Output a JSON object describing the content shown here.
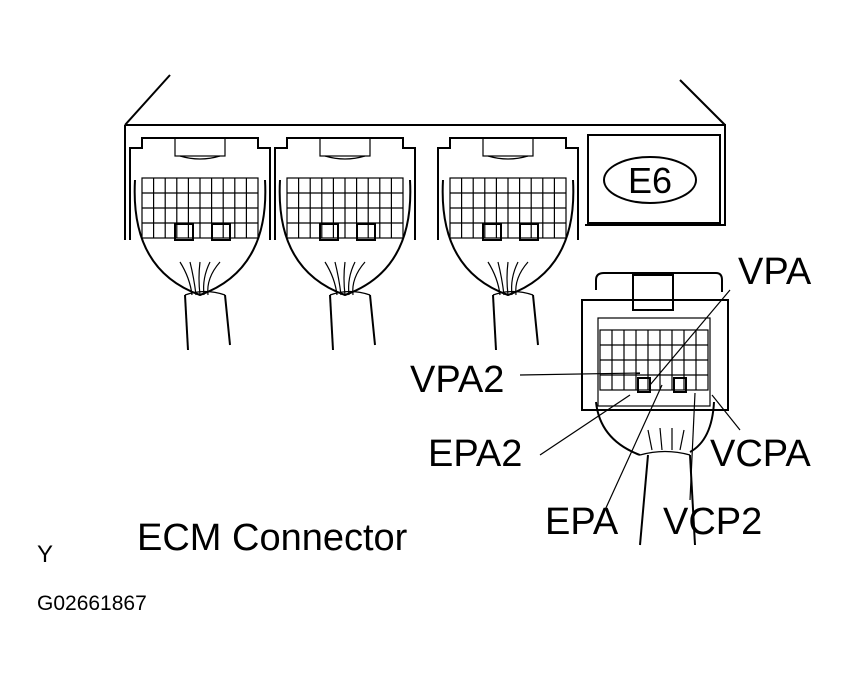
{
  "connector_id": "E6",
  "caption": "ECM Connector",
  "pin_labels": {
    "vpa": "VPA",
    "vpa2": "VPA2",
    "epa2": "EPA2",
    "vcpa": "VCPA",
    "epa": "EPA",
    "vcp2": "VCP2"
  },
  "footer": {
    "letter": "Y",
    "figure_code": "G02661867"
  }
}
